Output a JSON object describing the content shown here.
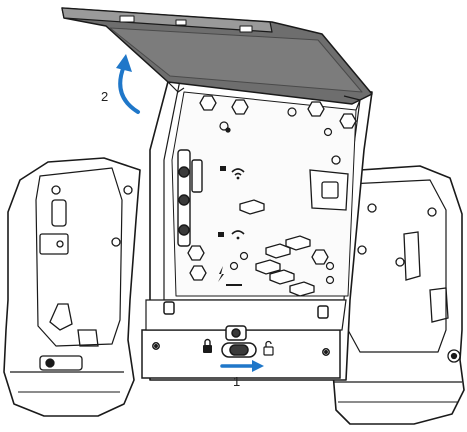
{
  "figure": {
    "callouts": [
      {
        "id": "1",
        "label": "1"
      },
      {
        "id": "2",
        "label": "2"
      }
    ],
    "colors": {
      "accent_arrow": "#1f77c9",
      "line": "#1a1a1a",
      "housing_fill": "#ffffff",
      "door_fill": "#6e6e6e",
      "door_edge": "#9a9a9a",
      "dark_part": "#3a3a3a"
    },
    "icon_names": [
      "lock-icon",
      "unlock-icon",
      "lightning-icon",
      "wifi-icon"
    ]
  }
}
